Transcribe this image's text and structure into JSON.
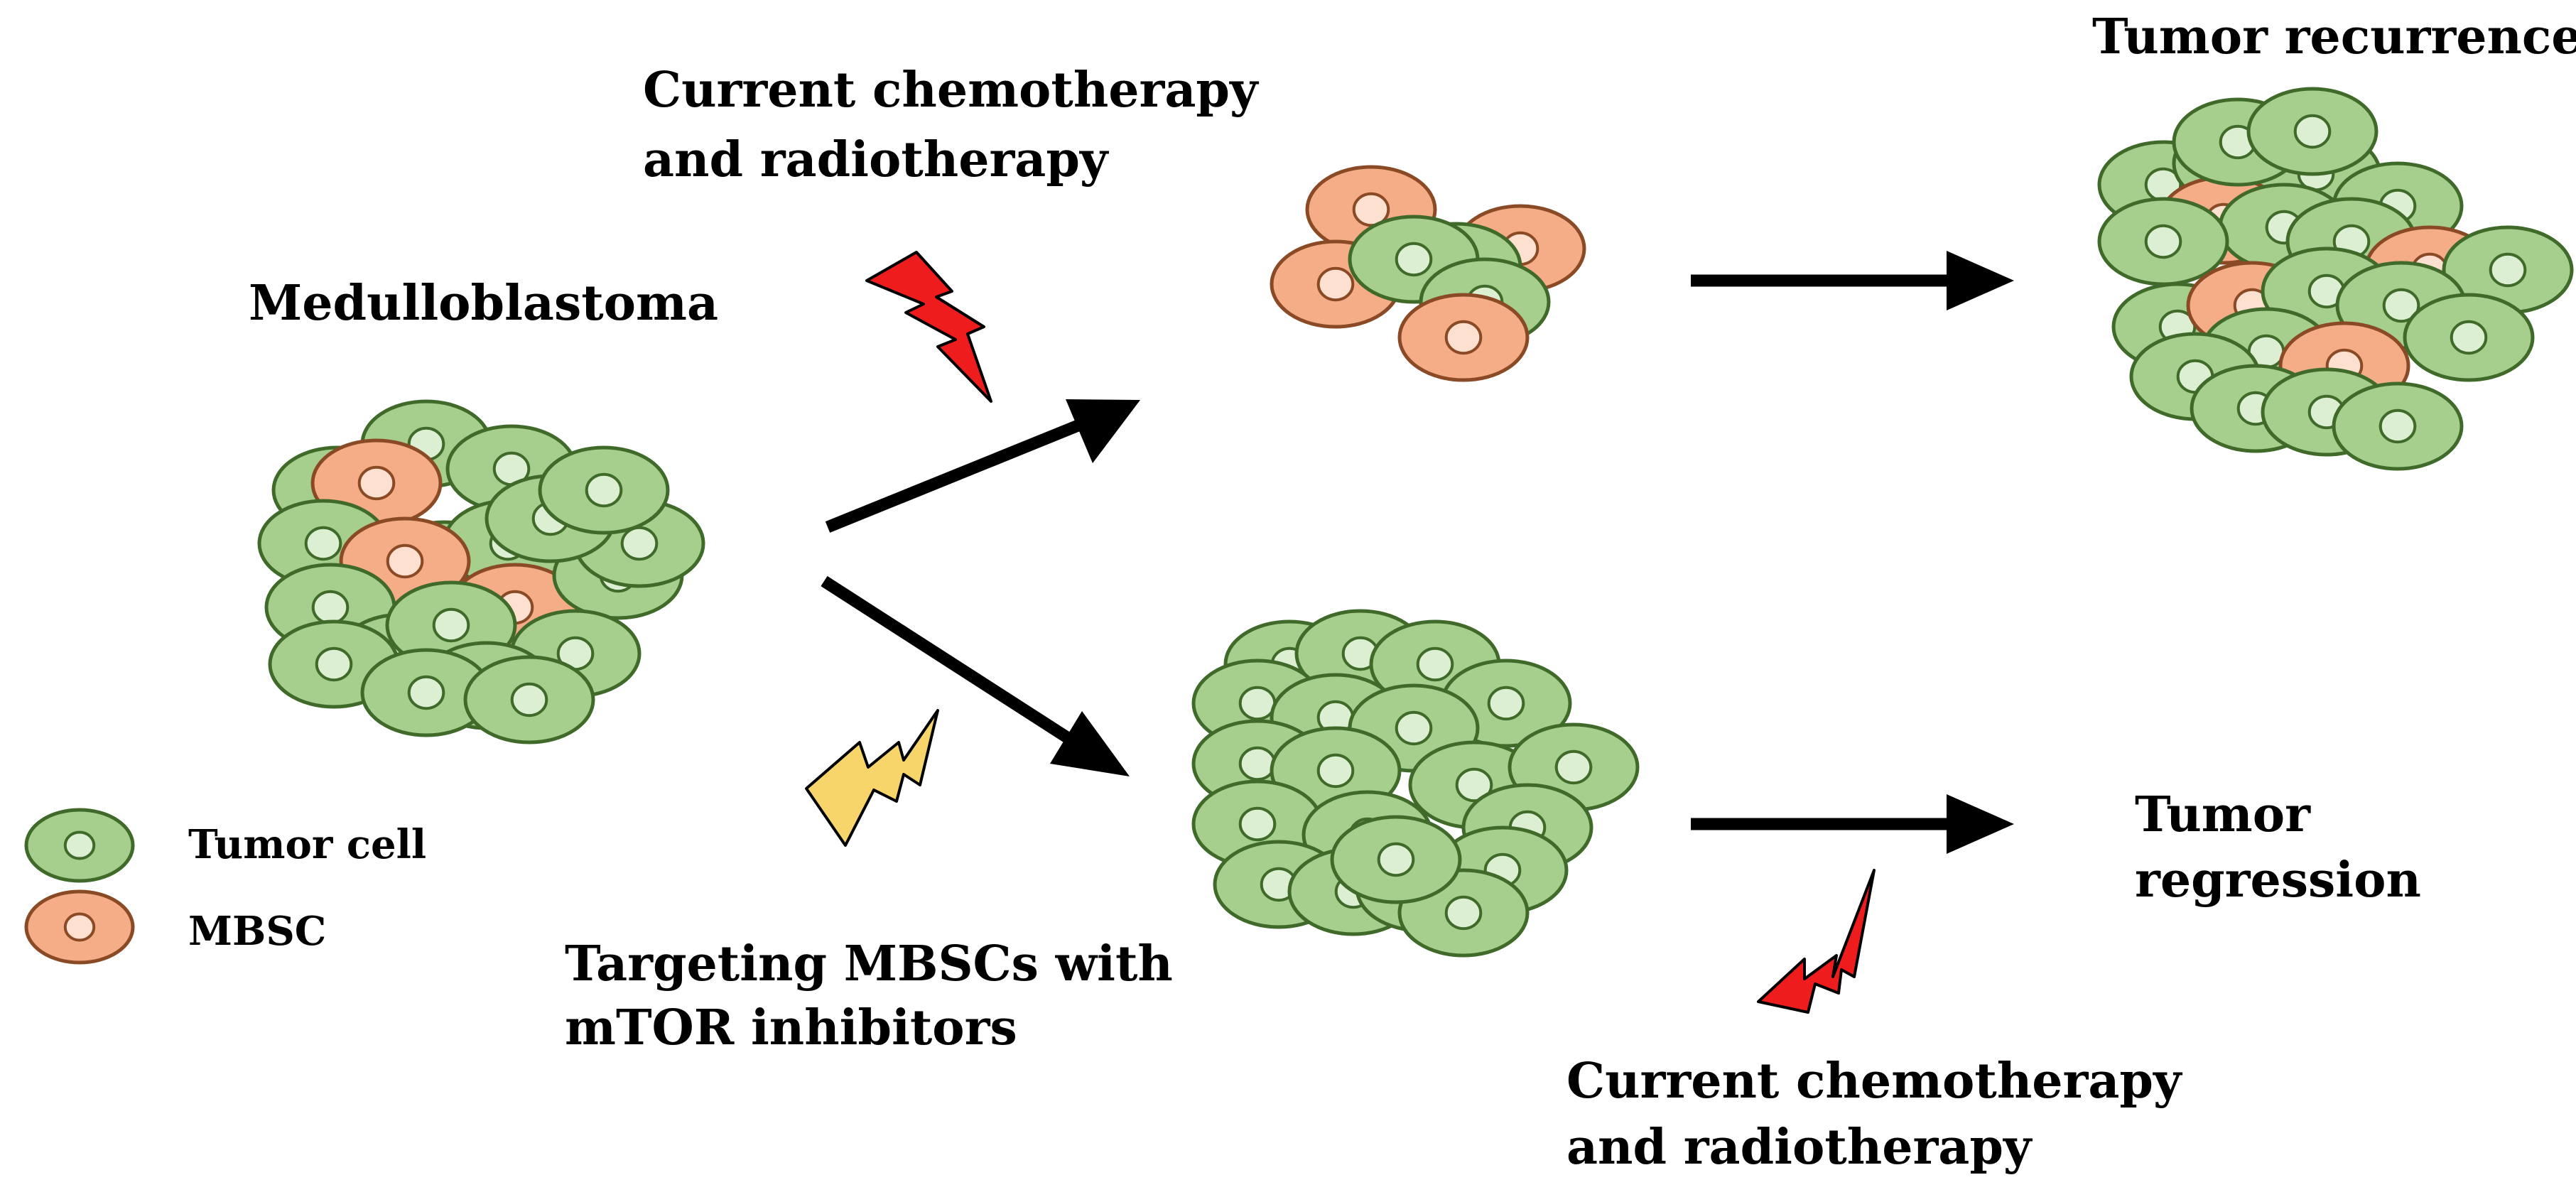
{
  "labels": {
    "medulloblastoma": "Medulloblastoma",
    "chemo_top_line1": "Current chemotherapy",
    "chemo_top_line2": "and radiotherapy",
    "recurrence": "Tumor recurrence",
    "targeting_line1": "Targeting MBSCs with",
    "targeting_line2": "mTOR inhibitors",
    "regression_line1": "Tumor",
    "regression_line2": "regression",
    "chemo_bottom_line1": "Current chemotherapy",
    "chemo_bottom_line2": "and radiotherapy"
  },
  "legend": {
    "tumor_cell": "Tumor cell",
    "mbsc": "MBSC"
  },
  "colors": {
    "tumor_cell_fill": "#a6cf8e",
    "tumor_cell_stroke": "#3f6a2a",
    "tumor_nucleus_fill": "#dcefd2",
    "mbsc_fill": "#f4ad86",
    "mbsc_stroke": "#8a4a26",
    "mbsc_nucleus_fill": "#fde0cf",
    "bolt_red": "#ee1c1c",
    "bolt_yellow": "#f7d56a",
    "arrow": "#000000"
  }
}
